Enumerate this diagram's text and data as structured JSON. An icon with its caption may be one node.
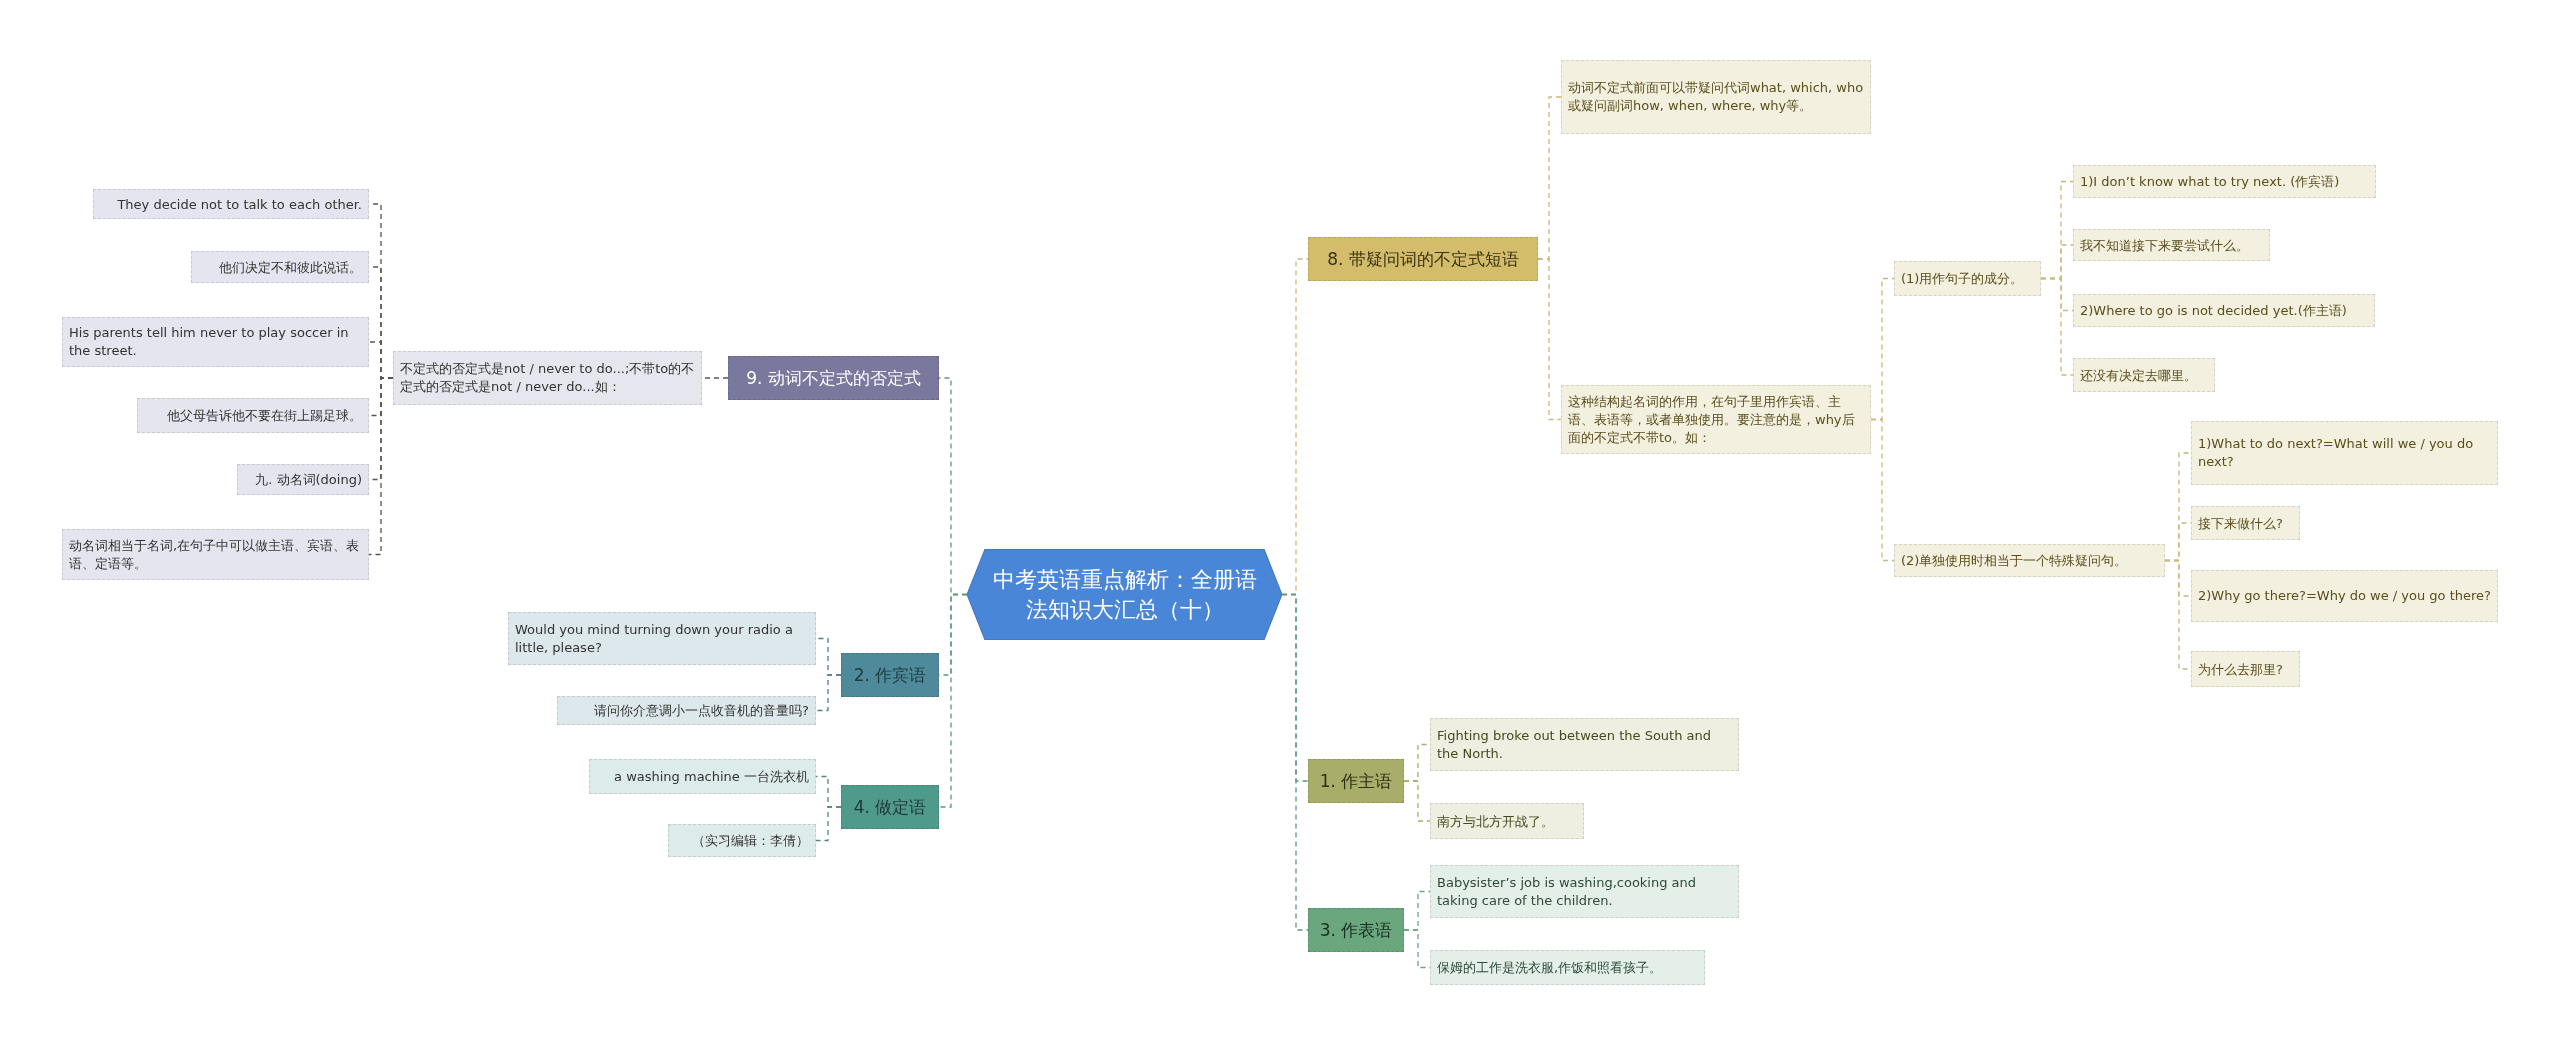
{
  "diagram": {
    "nodes": [
      {
        "text": [
          "中考英语重点解析：全册语法知识大汇总（十）"
        ]
      },
      {
        "text": [
          "9. 动词不定式的否定式"
        ]
      },
      {
        "text": [
          "不定式的否定式是not / never to do...;不带to的不定式的否定式是not / never do...如："
        ]
      },
      {
        "text": [
          "They decide not to talk to each other."
        ]
      },
      {
        "text": [
          "他们决定不和彼此说话。"
        ]
      },
      {
        "text": [
          "His parents tell him never to play soccer in the street."
        ]
      },
      {
        "text": [
          "他父母告诉他不要在街上踢足球。"
        ]
      },
      {
        "text": [
          "九. 动名词(doing)"
        ]
      },
      {
        "text": [
          "动名词相当于名词,在句子中可以做主语、宾语、表语、定语等。"
        ]
      },
      {
        "text": [
          "2. 作宾语"
        ]
      },
      {
        "text": [
          "Would you mind turning down your radio a little, please?"
        ]
      },
      {
        "text": [
          "请问你介意调小一点收音机的音量吗?"
        ]
      },
      {
        "text": [
          "4. 做定语"
        ]
      },
      {
        "text": [
          "a washing machine 一台洗衣机"
        ]
      },
      {
        "text": [
          "（实习编辑：李倩）"
        ]
      },
      {
        "text": [
          "8. 带疑问词的不定式短语"
        ]
      },
      {
        "text": [
          "动词不定式前面可以带疑问代词what, which, who或疑问副词how, when, where, why等。"
        ]
      },
      {
        "text": [
          "这种结构起名词的作用，在句子里用作宾语、主语、表语等，或者单独使用。要注意的是，why后面的不定式不带to。如："
        ]
      },
      {
        "text": [
          "(1)用作句子的成分。"
        ]
      },
      {
        "text": [
          "1)I don’t know what to try next. (作宾语)"
        ]
      },
      {
        "text": [
          "我不知道接下来要尝试什么。"
        ]
      },
      {
        "text": [
          "2)Where to go is not decided yet.(作主语)"
        ]
      },
      {
        "text": [
          "还没有决定去哪里。"
        ]
      },
      {
        "text": [
          "(2)单独使用时相当于一个特殊疑问句。"
        ]
      },
      {
        "text": [
          "1)What to do next?=What will we / you do next?"
        ]
      },
      {
        "text": [
          "接下来做什么?"
        ]
      },
      {
        "text": [
          "2)Why go there?=Why do we / you go there?"
        ]
      },
      {
        "text": [
          "为什么去那里?"
        ]
      },
      {
        "text": [
          "1. 作主语"
        ]
      },
      {
        "text": [
          "Fighting broke out between the South and the North."
        ]
      },
      {
        "text": [
          "南方与北方开战了。"
        ]
      },
      {
        "text": [
          "3. 作表语"
        ]
      },
      {
        "text": [
          "Babysister’s job is washing,cooking and taking care of the children."
        ]
      },
      {
        "text": [
          "保姆的工作是洗衣服,作饭和照看孩子。"
        ]
      }
    ],
    "edges": [
      {
        "from": 0,
        "to": 1,
        "arrow": "none",
        "color": "#6f8f86"
      },
      {
        "from": 0,
        "to": 9,
        "arrow": "none",
        "color": "#5a9a7a"
      },
      {
        "from": 0,
        "to": 12,
        "arrow": "none",
        "color": "#5a9a7a"
      },
      {
        "from": 0,
        "to": 15,
        "arrow": "none",
        "color": "#c9b878"
      },
      {
        "from": 0,
        "to": 28,
        "arrow": "none",
        "color": "#5a9a7a"
      },
      {
        "from": 0,
        "to": 31,
        "arrow": "none",
        "color": "#5a9a7a"
      },
      {
        "from": 1,
        "to": 2,
        "arrow": "none",
        "color": "#555555"
      },
      {
        "from": 2,
        "to": 3,
        "arrow": "none",
        "color": "#555555"
      },
      {
        "from": 2,
        "to": 4,
        "arrow": "none",
        "color": "#555555"
      },
      {
        "from": 2,
        "to": 5,
        "arrow": "none",
        "color": "#555555"
      },
      {
        "from": 2,
        "to": 6,
        "arrow": "none",
        "color": "#555555"
      },
      {
        "from": 2,
        "to": 7,
        "arrow": "none",
        "color": "#555555"
      },
      {
        "from": 2,
        "to": 8,
        "arrow": "none",
        "color": "#555555"
      },
      {
        "from": 9,
        "to": 10,
        "arrow": "none",
        "color": "#4e7f8a"
      },
      {
        "from": 9,
        "to": 11,
        "arrow": "none",
        "color": "#4e7f8a"
      },
      {
        "from": 12,
        "to": 13,
        "arrow": "none",
        "color": "#4f8a7e"
      },
      {
        "from": 12,
        "to": 14,
        "arrow": "none",
        "color": "#4f8a7e"
      },
      {
        "from": 15,
        "to": 16,
        "arrow": "none",
        "color": "#c9b878"
      },
      {
        "from": 15,
        "to": 17,
        "arrow": "none",
        "color": "#c9b878"
      },
      {
        "from": 17,
        "to": 18,
        "arrow": "none",
        "color": "#c9b878"
      },
      {
        "from": 17,
        "to": 23,
        "arrow": "none",
        "color": "#c9b878"
      },
      {
        "from": 18,
        "to": 19,
        "arrow": "none",
        "color": "#c9b878"
      },
      {
        "from": 18,
        "to": 20,
        "arrow": "none",
        "color": "#c9b878"
      },
      {
        "from": 18,
        "to": 21,
        "arrow": "none",
        "color": "#c9b878"
      },
      {
        "from": 18,
        "to": 22,
        "arrow": "none",
        "color": "#c9b878"
      },
      {
        "from": 23,
        "to": 24,
        "arrow": "none",
        "color": "#c9b878"
      },
      {
        "from": 23,
        "to": 25,
        "arrow": "none",
        "color": "#c9b878"
      },
      {
        "from": 23,
        "to": 26,
        "arrow": "none",
        "color": "#c9b878"
      },
      {
        "from": 23,
        "to": 27,
        "arrow": "none",
        "color": "#c9b878"
      },
      {
        "from": 28,
        "to": 29,
        "arrow": "none",
        "color": "#a9ad6a"
      },
      {
        "from": 28,
        "to": 30,
        "arrow": "none",
        "color": "#a9ad6a"
      },
      {
        "from": 31,
        "to": 32,
        "arrow": "none",
        "color": "#6aa67e"
      },
      {
        "from": 31,
        "to": 33,
        "arrow": "none",
        "color": "#6aa67e"
      }
    ]
  }
}
